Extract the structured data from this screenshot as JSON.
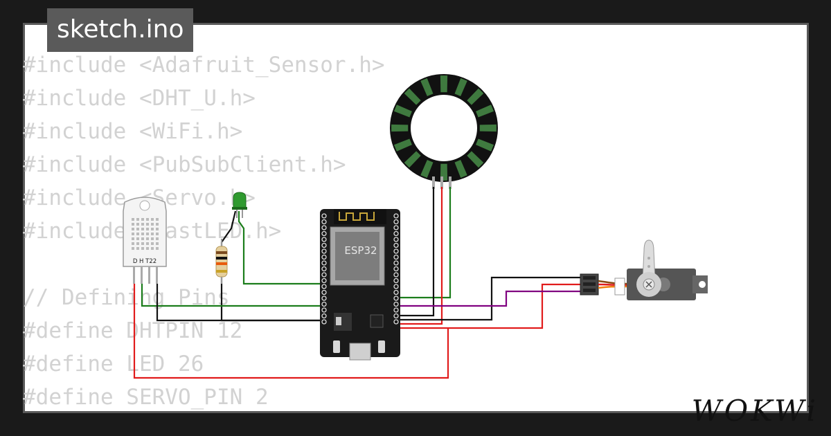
{
  "tab": {
    "title": "sketch.ino"
  },
  "code": {
    "lines": [
      "#include <Adafruit_Sensor.h>",
      "#include <DHT_U.h>",
      "#include <WiFi.h>",
      "#include <PubSubClient.h>",
      "#include <Servo.h>",
      "#include <FastLED.h>",
      "",
      "// Defining Pins",
      "#define DHTPIN 12",
      "#define LED 26",
      "#define SERVO_PIN 2"
    ]
  },
  "components": {
    "dht_label": "D H T22",
    "esp32_label": "ESP32"
  },
  "brand": {
    "name": "WOKWi"
  },
  "colors": {
    "wire_green": "#1b7d1b",
    "wire_red": "#e11b1b",
    "wire_black": "#111111",
    "wire_purple": "#800080",
    "ring_green": "#3f7a3f"
  }
}
